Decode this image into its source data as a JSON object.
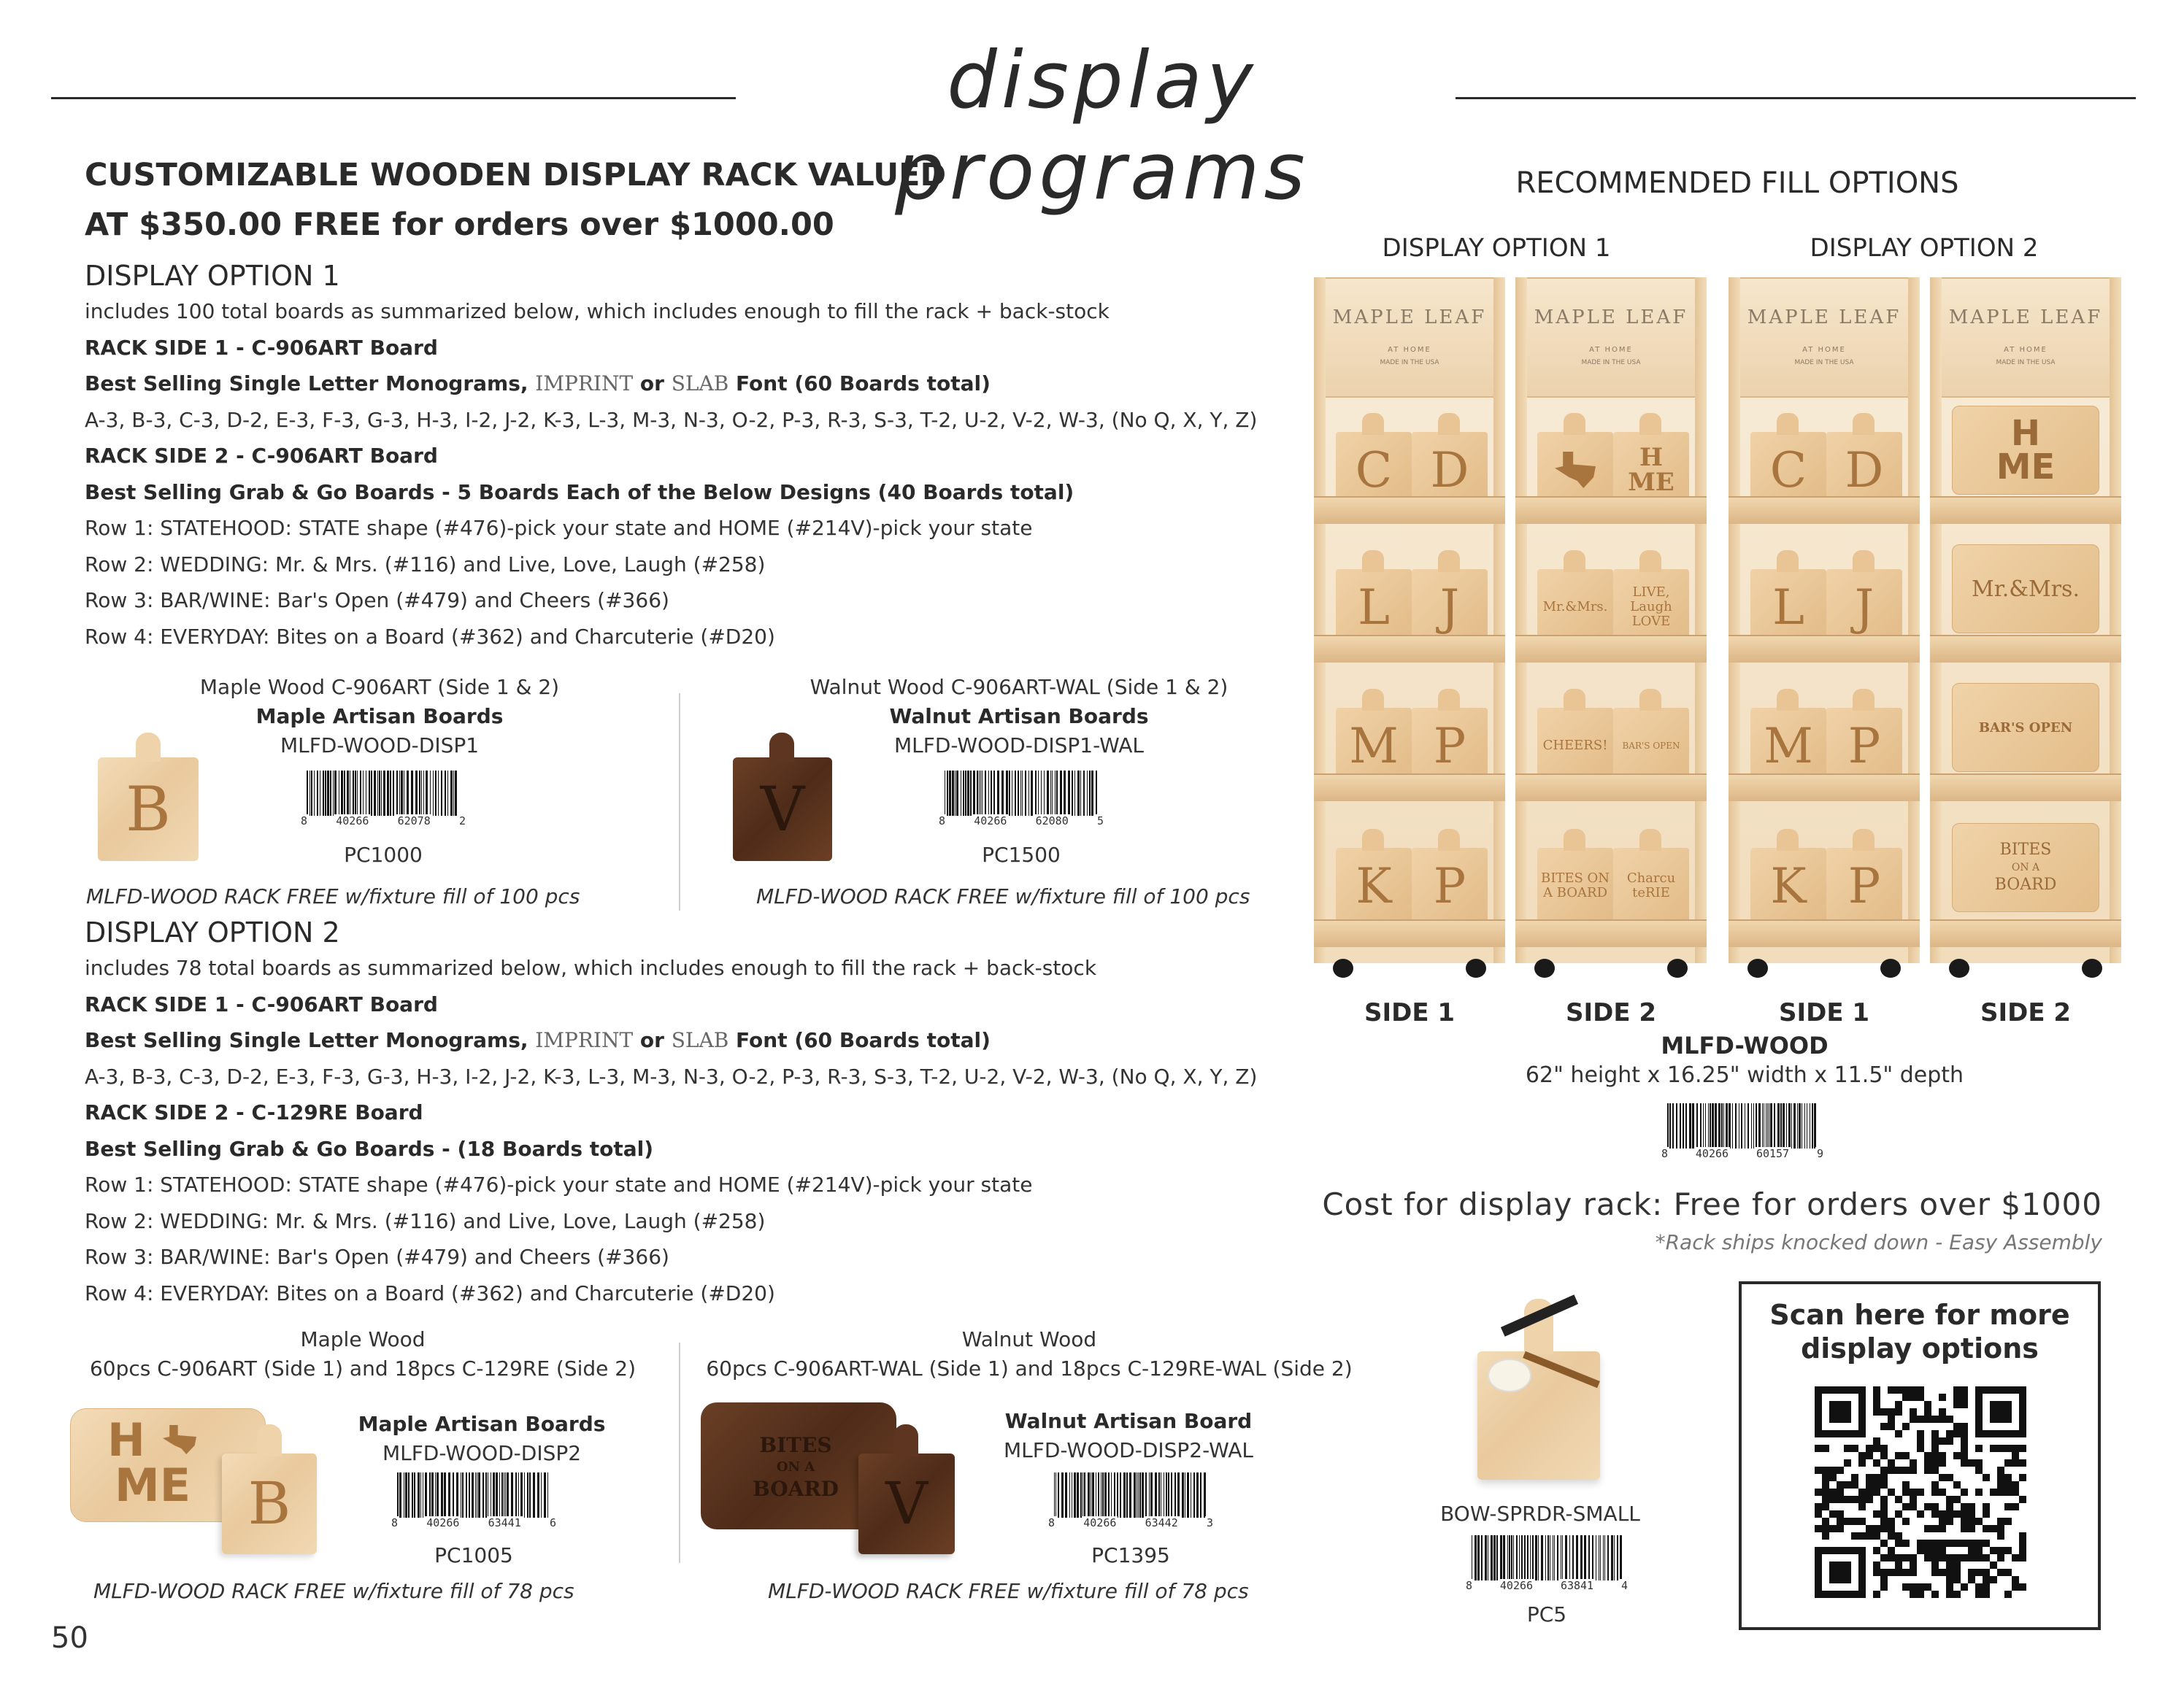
{
  "header": {
    "title": "display programs"
  },
  "page_number": "50",
  "left": {
    "headline_1": "CUSTOMIZABLE WOODEN DISPLAY RACK VALUED",
    "headline_2": "AT $350.00 FREE for orders over $1000.00",
    "option1": {
      "title": "DISPLAY OPTION 1",
      "intro": "includes 100 total boards as summarized below, which includes enough to fill the rack + back-stock",
      "side1_title": "RACK SIDE 1 - C-906ART Board",
      "mono_pre": "Best Selling Single Letter Monograms, ",
      "mono_imprint": "IMPRINT",
      "mono_or": " or ",
      "mono_slab": "SLAB",
      "mono_post": " Font (60 Boards total)",
      "letters": "A-3, B-3, C-3, D-2, E-3, F-3, G-3, H-3, I-2, J-2, K-3, L-3, M-3, N-3, O-2, P-3, R-3, S-3, T-2, U-2, V-2, W-3, (No Q, X, Y, Z)",
      "side2_title": "RACK SIDE 2 - C-906ART Board",
      "grab_title": "Best Selling Grab & Go Boards - 5 Boards Each of the Below Designs (40 Boards total)",
      "rows": [
        "Row 1: STATEHOOD: STATE shape (#476)-pick your state and HOME (#214V)-pick your state",
        "Row 2: WEDDING: Mr. & Mrs. (#116) and Live, Love, Laugh (#258)",
        "Row 3: BAR/WINE: Bar's Open (#479) and Cheers (#366)",
        "Row 4: EVERYDAY: Bites on a Board (#362) and Charcuterie (#D20)"
      ],
      "maple": {
        "line1": "Maple Wood C-906ART (Side 1 & 2)",
        "line2": "Maple Artisan Boards",
        "line3": "MLFD-WOOD-DISP1",
        "board_letter": "B",
        "barcode": [
          "8",
          "40266",
          "62078",
          "2"
        ],
        "price_code": "PC1000",
        "note": "MLFD-WOOD RACK FREE w/fixture fill of 100 pcs"
      },
      "walnut": {
        "line1": "Walnut Wood C-906ART-WAL (Side 1 & 2)",
        "line2": "Walnut Artisan Boards",
        "line3": "MLFD-WOOD-DISP1-WAL",
        "board_letter": "V",
        "barcode": [
          "8",
          "40266",
          "62080",
          "5"
        ],
        "price_code": "PC1500",
        "note": "MLFD-WOOD RACK FREE w/fixture fill of 100 pcs"
      }
    },
    "option2": {
      "title": "DISPLAY OPTION 2",
      "intro": "includes 78 total boards as summarized below, which includes enough to fill the rack + back-stock",
      "side1_title": "RACK SIDE 1 - C-906ART Board",
      "mono_pre": "Best Selling Single Letter Monograms, ",
      "mono_imprint": "IMPRINT",
      "mono_or": " or ",
      "mono_slab": "SLAB",
      "mono_post": " Font (60 Boards total)",
      "letters": "A-3, B-3, C-3, D-2, E-3, F-3, G-3, H-3, I-2, J-2, K-3, L-3, M-3, N-3, O-2, P-3, R-3, S-3, T-2, U-2, V-2, W-3, (No Q, X, Y, Z)",
      "side2_title": "RACK SIDE 2 - C-129RE Board",
      "grab_title": "Best Selling Grab & Go Boards - (18 Boards total)",
      "rows": [
        "Row 1: STATEHOOD: STATE shape (#476)-pick your state and HOME (#214V)-pick your state",
        "Row 2: WEDDING: Mr. & Mrs. (#116) and Live, Love, Laugh (#258)",
        "Row 3: BAR/WINE: Bar's Open (#479) and Cheers (#366)",
        "Row 4: EVERYDAY: Bites on a Board (#362) and Charcuterie (#D20)"
      ],
      "maple": {
        "line1": "Maple Wood",
        "line2": "60pcs C-906ART (Side 1)  and 18pcs C-129RE (Side 2)",
        "line3": "Maple Artisan Boards",
        "line4": "MLFD-WOOD-DISP2",
        "board_letter": "B",
        "home_top": "H",
        "home_bottom": "ME",
        "barcode": [
          "8",
          "40266",
          "63441",
          "6"
        ],
        "price_code": "PC1005",
        "note": "MLFD-WOOD RACK FREE w/fixture fill of 78 pcs"
      },
      "walnut": {
        "line1": "Walnut Wood",
        "line2": "60pcs C-906ART-WAL (Side 1) and 18pcs C-129RE-WAL (Side 2)",
        "line3": "Walnut Artisan Board",
        "line4": "MLFD-WOOD-DISP2-WAL",
        "board_letter": "V",
        "bites": [
          "BITES",
          "ON A",
          "BOARD"
        ],
        "barcode": [
          "8",
          "40266",
          "63442",
          "3"
        ],
        "price_code": "PC1395",
        "note": "MLFD-WOOD RACK FREE w/fixture fill of 78 pcs"
      }
    }
  },
  "right": {
    "fill_title": "RECOMMENDED FILL OPTIONS",
    "option1_label": "DISPLAY OPTION 1",
    "option2_label": "DISPLAY OPTION 2",
    "rack_logo": "MAPLE LEAF",
    "rack_logo_sub": "AT HOME",
    "rack_logo_sub2": "MADE IN THE USA",
    "side_labels": [
      "SIDE 1",
      "SIDE 2",
      "SIDE 1",
      "SIDE 2"
    ],
    "rack_sku": "MLFD-WOOD",
    "dimensions": "62\" height x 16.25\" width x 11.5\" depth",
    "rack_barcode": [
      "8",
      "40266",
      "60157",
      "9"
    ],
    "cost": "Cost for display rack: Free for orders over $1000",
    "ships": "*Rack ships knocked down - Easy Assembly",
    "spreader_sku": "BOW-SPRDR-SMALL",
    "spreader_barcode": [
      "8",
      "40266",
      "63841",
      "4"
    ],
    "spreader_pc": "PC5",
    "qr_title_1": "Scan here for more",
    "qr_title_2": "display options"
  },
  "rack_boards": {
    "side1_letters": [
      [
        "C",
        "D"
      ],
      [
        "L",
        "J"
      ],
      [
        "M",
        "P"
      ],
      [
        "K",
        "P"
      ]
    ],
    "side2_opt1": {
      "row1_home": [
        "H",
        "ME"
      ],
      "row2": [
        "Mr.&Mrs.",
        "LIVE, Laugh LOVE"
      ],
      "row3": [
        "CHEERS!",
        "BAR'S OPEN"
      ],
      "row4": [
        "BITES ON A BOARD",
        "Charcu teRIE"
      ]
    },
    "side2_opt2": {
      "row1_home": [
        "H",
        "ME"
      ],
      "row2": "Mr.&Mrs.",
      "row3": "BAR'S OPEN",
      "row4": [
        "BITES",
        "ON A",
        "BOARD"
      ]
    }
  },
  "colors": {
    "text": "#2a2a2a",
    "maple": "#e9c99d",
    "walnut": "#5a341e"
  }
}
